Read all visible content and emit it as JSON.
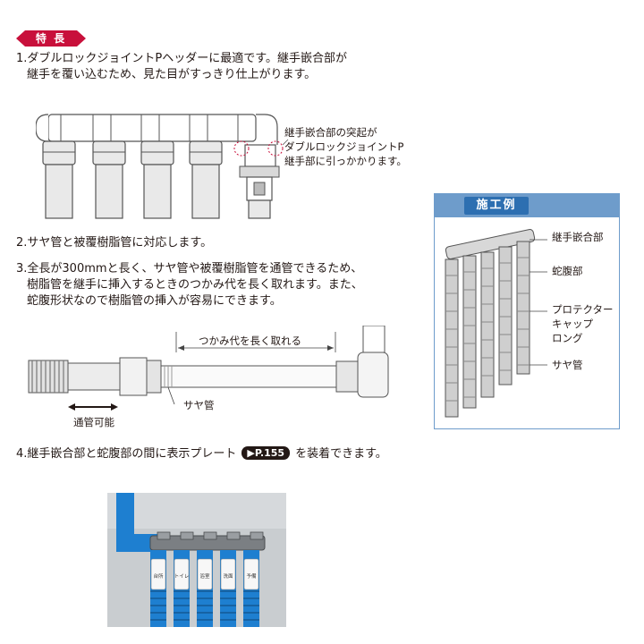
{
  "header": {
    "badge": "特 長"
  },
  "feature1": {
    "line1": "1.ダブルロックジョイントPヘッダーに最適です。継手嵌合部が",
    "line2": "継手を覆い込むため、見た目がすっきり仕上がります。",
    "callout": [
      "継手嵌合部の突起が",
      "ダブルロックジョイントP",
      "継手部に引っかかります。"
    ]
  },
  "feature2": {
    "line1": "2.サヤ管と被覆樹脂管に対応します。"
  },
  "feature3": {
    "line1": "3.全長が300mmと長く、サヤ管や被覆樹脂管を通管できるため、",
    "line2": "樹脂管を継手に挿入するときのつかみ代を長く取れます。また、",
    "line3": "蛇腹形状なので樹脂管の挿入が容易にできます。",
    "dim_label": "つかみ代を長く取れる",
    "saya_label": "サヤ管",
    "pass_label": "通管可能"
  },
  "example": {
    "title": "施工例",
    "labels": [
      "継手嵌合部",
      "蛇腹部",
      "プロテクター",
      "キャップ",
      "ロング",
      "サヤ管"
    ]
  },
  "feature4": {
    "before": "4.継手嵌合部と蛇腹部の間に表示プレート",
    "ref": "▶P.155",
    "after": "を装着できます。"
  },
  "photo": {
    "plates": [
      "台所",
      "トイレ",
      "浴室",
      "洗面",
      "予備"
    ]
  },
  "colors": {
    "badge": "#c8103b",
    "panel_border": "#6e9ccb",
    "panel_title": "#2d6fb1",
    "pipe_blue": "#1e7fd0"
  }
}
